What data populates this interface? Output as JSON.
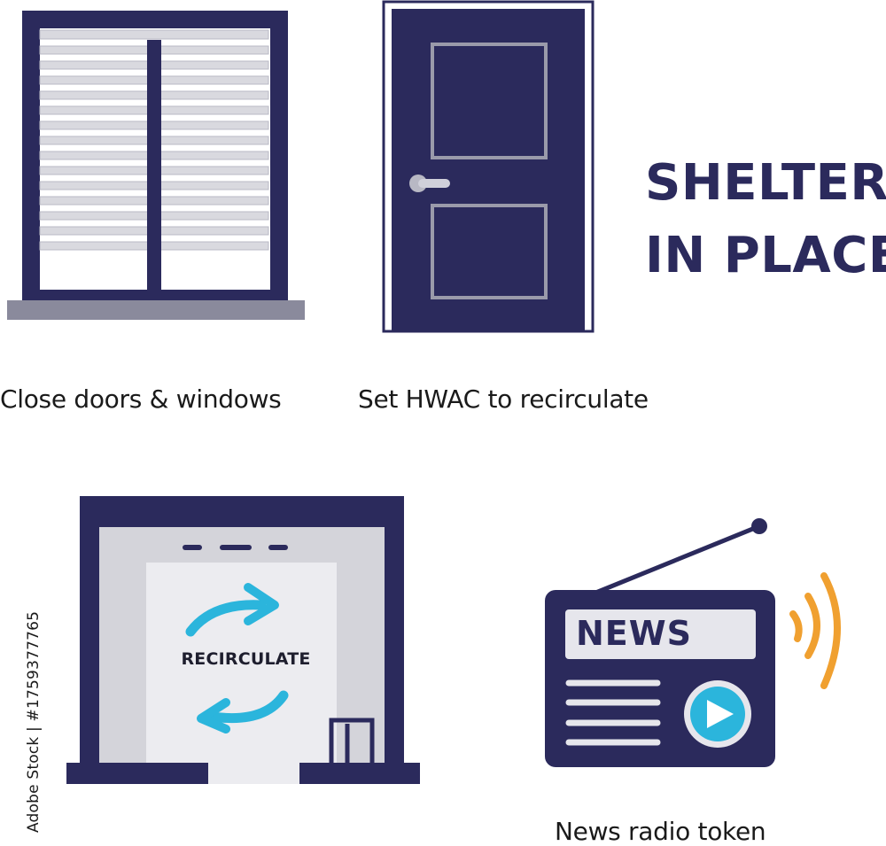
{
  "headline": {
    "line1": "SHELTER",
    "line2": "IN PLACE"
  },
  "captions": {
    "windows_doors": "Close doors & windows",
    "hvac": "Set HWAC to recirculate",
    "radio": "News radio token"
  },
  "hvac_panel": {
    "label": "RECIRCULATE"
  },
  "radio": {
    "display_text": "NEWS"
  },
  "credit": {
    "text": "Adobe Stock | #1759377765"
  },
  "icons": {
    "window": "window-blinds-icon",
    "door": "door-icon",
    "hvac": "hvac-recirculate-icon",
    "radio": "news-radio-icon",
    "arrows": "recirculate-arrows-icon",
    "play": "play-icon",
    "signal": "radio-waves-icon"
  },
  "colors": {
    "navy": "#2b2a5c",
    "light_gray": "#d8d8dc",
    "blinds": "#e8e8ec",
    "sill": "#8a8a9c",
    "cyan": "#2bb5dc",
    "orange": "#f0a030",
    "text": "#1a1a1a"
  }
}
